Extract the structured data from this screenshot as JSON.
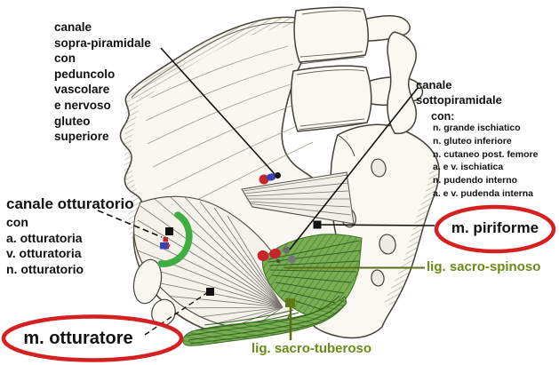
{
  "colors": {
    "accent_red_oval": "#d61f1f",
    "olive_label": "#6b8a16",
    "ligament_green": "#79ae53",
    "ligament_fiber_green": "#2f641d",
    "canal_green": "#3fae42",
    "marker_artery_red": "#c5262c",
    "marker_vein_blue": "#3a43b5",
    "marker_nerve_black": "#111111",
    "ink": "#4a463c"
  },
  "labels": {
    "canale_sopra_piramidale": {
      "lines": [
        "canale",
        "sopra-piramidale",
        "con",
        "peduncolo",
        "vascolare",
        "e nervoso",
        "gluteo",
        "superiore"
      ]
    },
    "canale_sottopiramidale": {
      "line1": "canale",
      "line2": "sottopiramidale",
      "line3": "con:",
      "items": [
        "n. grande ischiatico",
        "n. gluteo inferiore",
        "n. cutaneo post. femore",
        "a. e v. ischiatica",
        "n. pudendo interno",
        "a. e v. pudenda interna"
      ]
    },
    "canale_otturatorio": {
      "title": "canale otturatorio",
      "lines": [
        "con",
        "a. otturatoria",
        "v. otturatoria",
        "n. otturatorio"
      ]
    },
    "m_piriforme": "m. piriforme",
    "lig_sacro_spinoso": "lig. sacro-spinoso",
    "m_otturatore": "m. otturatore",
    "lig_sacro_tuberoso": "lig. sacro-tuberoso"
  },
  "icons": {
    "red_round_markers": "artery-marker",
    "blue_round_markers": "vein-marker",
    "black_square_markers": "pointer-square-marker",
    "green_arc": "obturator-canal-arc",
    "red_ovals": "emphasis-oval"
  }
}
